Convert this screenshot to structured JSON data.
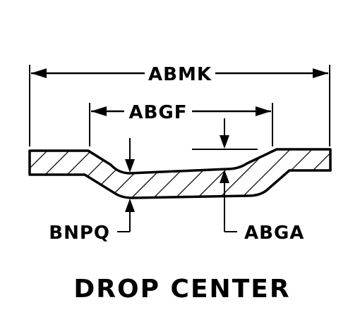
{
  "labels": {
    "overall_width": "ABMK",
    "center_width": "ABGF",
    "center_thickness": "BNPQ",
    "drop_depth": "ABGA"
  },
  "title": "DROP CENTER",
  "colors": {
    "ink": "#000000",
    "background": "#ffffff"
  }
}
